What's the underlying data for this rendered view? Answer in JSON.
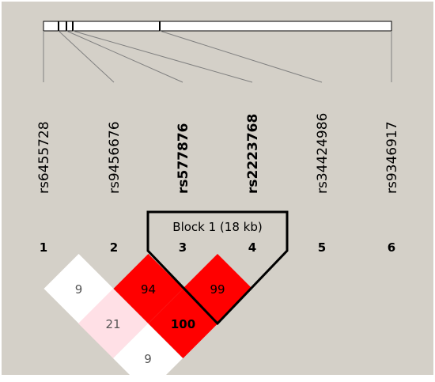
{
  "colors": {
    "background": "#d4d0c8",
    "ld_strong": "#ff0000",
    "ld_medium": "#ffe0e6",
    "ld_none": "#ffffff",
    "block_outline": "#000000"
  },
  "snps": [
    {
      "index": "1",
      "id": "rs6455728",
      "tag": false
    },
    {
      "index": "2",
      "id": "rs9456676",
      "tag": false
    },
    {
      "index": "3",
      "id": "rs577876",
      "tag": true
    },
    {
      "index": "4",
      "id": "rs2223768",
      "tag": true
    },
    {
      "index": "5",
      "id": "rs34424986",
      "tag": false
    },
    {
      "index": "6",
      "id": "rs9346917",
      "tag": false
    }
  ],
  "block": {
    "label": "Block 1 (18 kb)",
    "first_snp": 3,
    "last_snp": 4
  },
  "ld_cells": [
    {
      "i": 1,
      "j": 2,
      "value": "9",
      "level": "none"
    },
    {
      "i": 2,
      "j": 3,
      "value": "94",
      "level": "strong"
    },
    {
      "i": 3,
      "j": 4,
      "value": "99",
      "level": "strong"
    },
    {
      "i": 1,
      "j": 3,
      "value": "21",
      "level": "medium"
    },
    {
      "i": 2,
      "j": 4,
      "value": "100",
      "level": "strong"
    },
    {
      "i": 1,
      "j": 4,
      "value": "9",
      "level": "none"
    }
  ]
}
